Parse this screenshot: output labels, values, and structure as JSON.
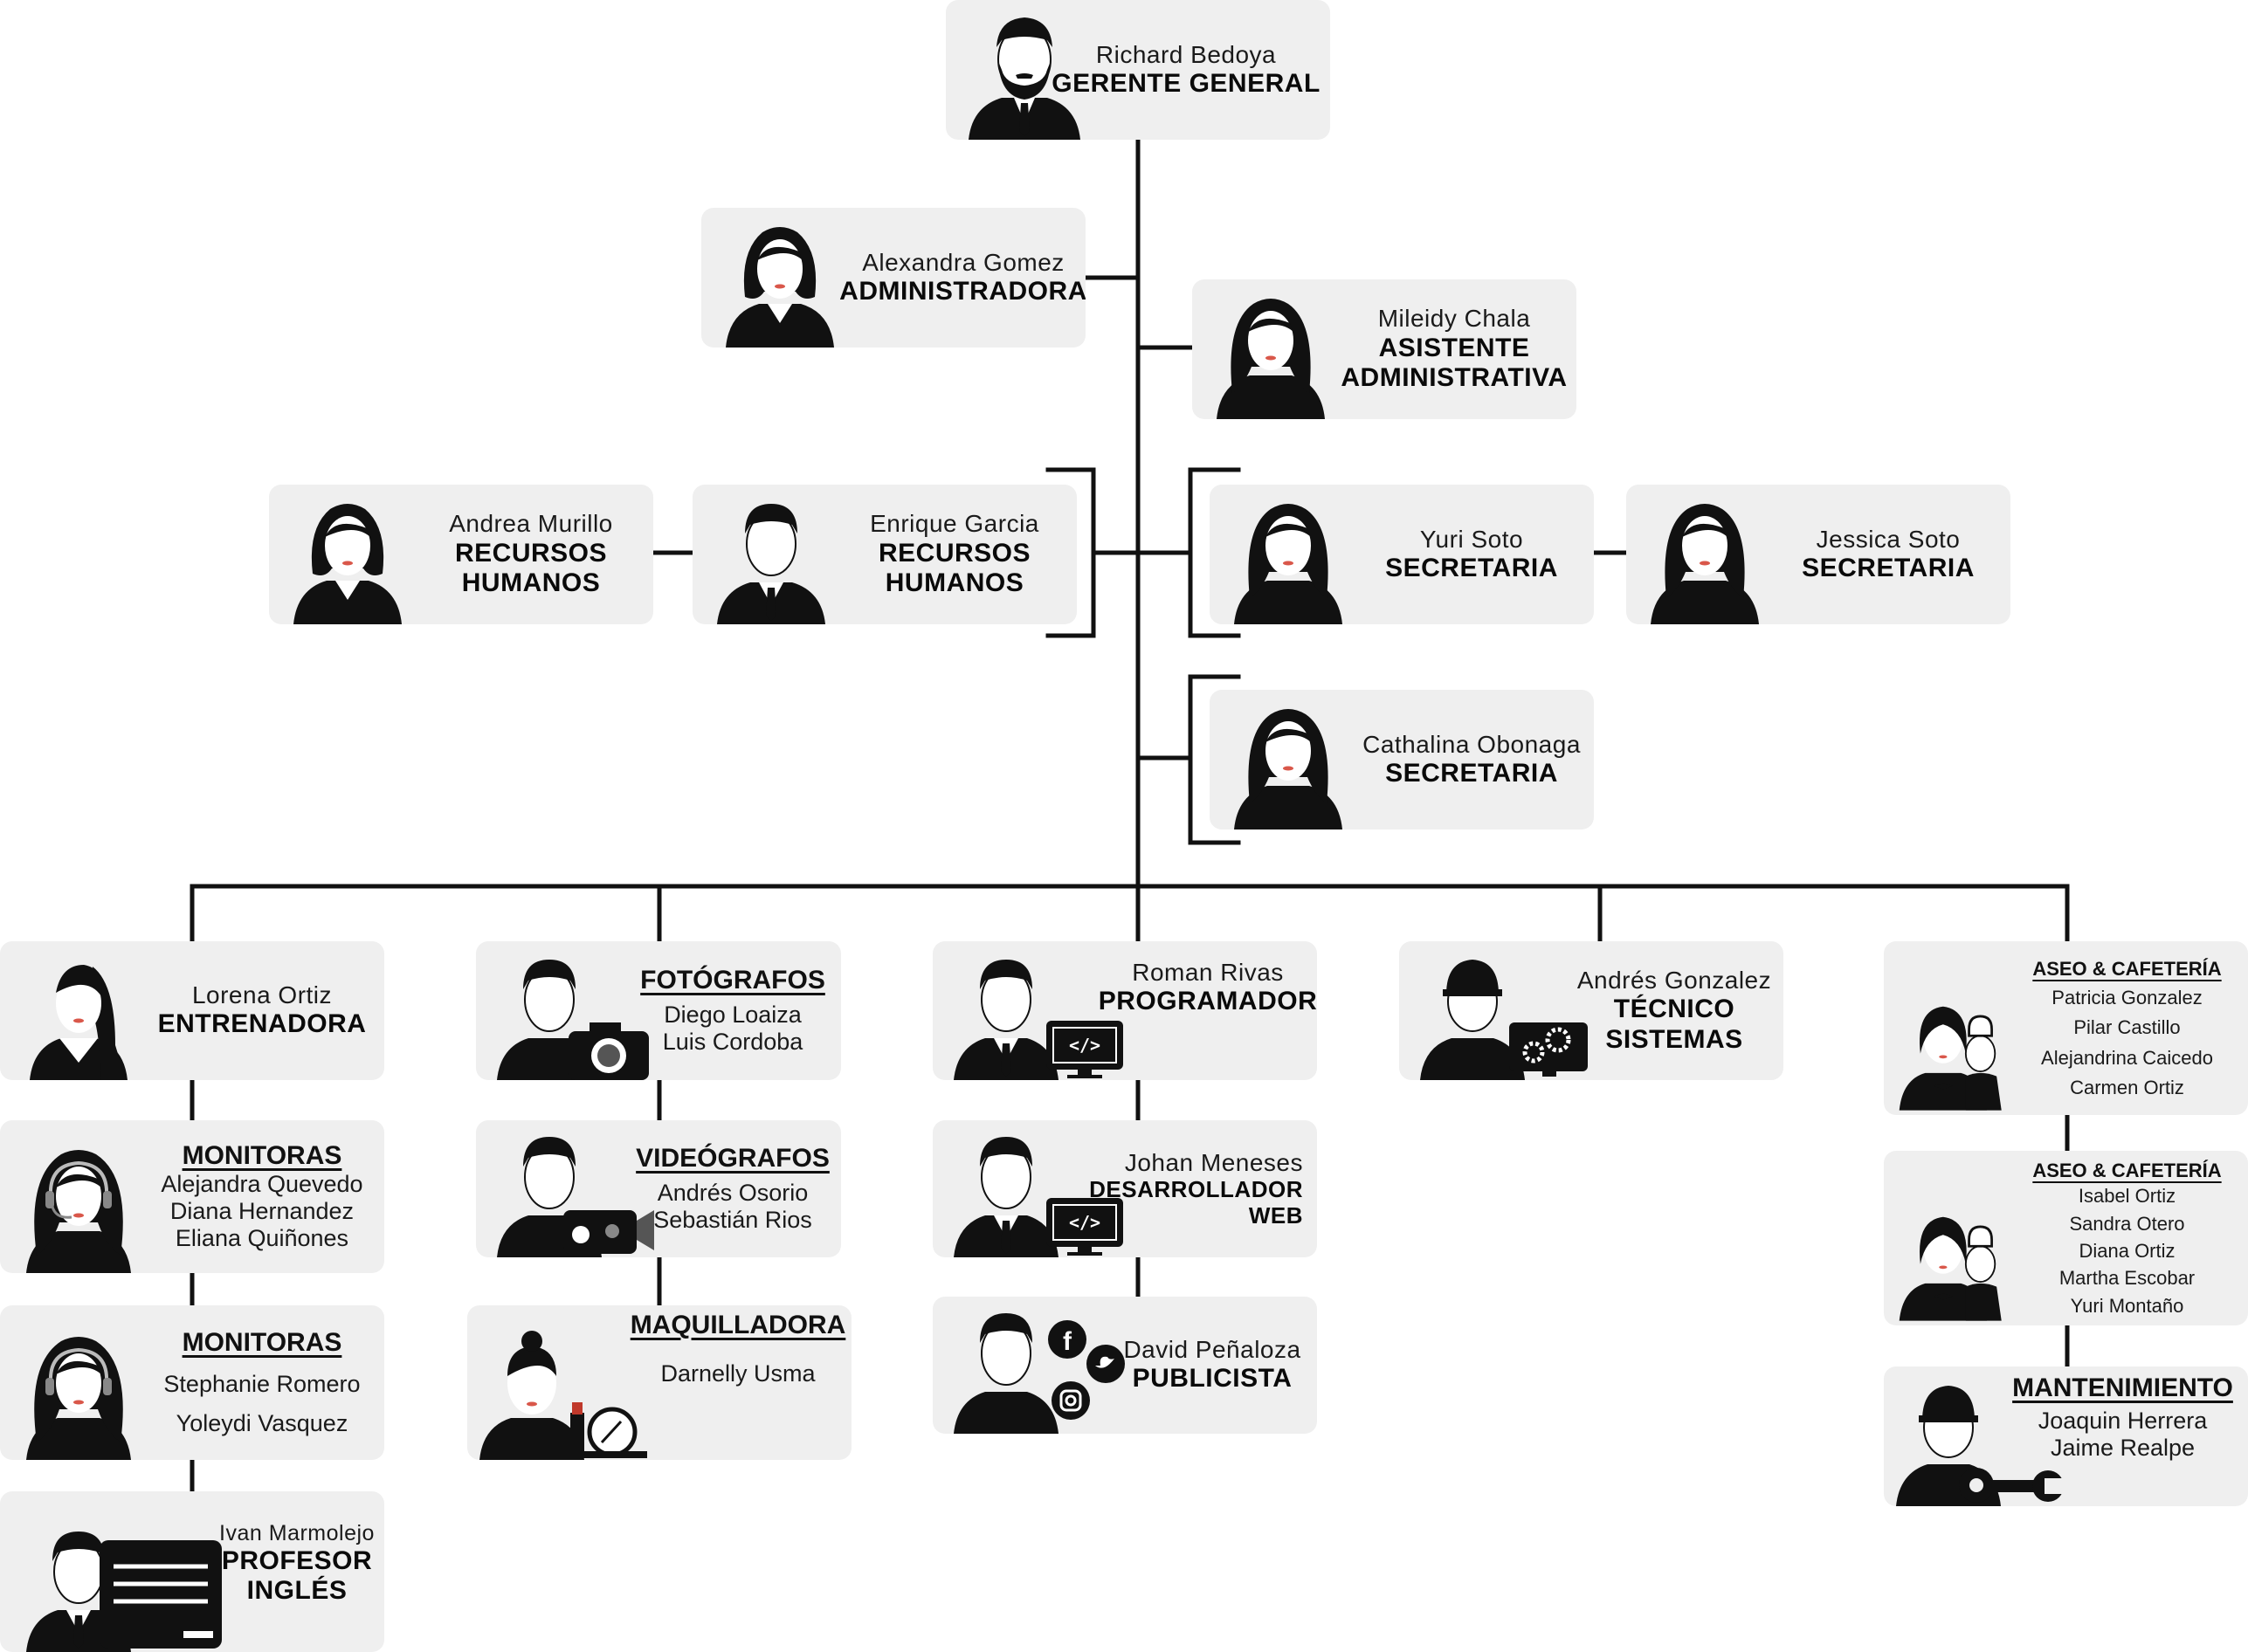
{
  "general": {
    "name": "Richard Bedoya",
    "role": "GERENTE GENERAL"
  },
  "admin": {
    "name": "Alexandra Gomez",
    "role": "ADMINISTRADORA"
  },
  "asistente": {
    "name": "Mileidy Chala",
    "role1": "ASISTENTE",
    "role2": "ADMINISTRATIVA"
  },
  "rrhh1": {
    "name": "Andrea Murillo",
    "role1": "RECURSOS",
    "role2": "HUMANOS"
  },
  "rrhh2": {
    "name": "Enrique Garcia",
    "role1": "RECURSOS",
    "role2": "HUMANOS"
  },
  "sec1": {
    "name": "Yuri Soto",
    "role": "SECRETARIA"
  },
  "sec2": {
    "name": "Jessica Soto",
    "role": "SECRETARIA"
  },
  "sec3": {
    "name": "Cathalina Obonaga",
    "role": "SECRETARIA"
  },
  "entrenadora": {
    "name": "Lorena Ortiz",
    "role": "ENTRENADORA"
  },
  "monitoras1": {
    "title": "MONITORAS",
    "members": [
      "Alejandra Quevedo",
      "Diana Hernandez",
      "Eliana Quiñones"
    ]
  },
  "monitoras2": {
    "title": "MONITORAS",
    "members": [
      "Stephanie Romero",
      "Yoleydi Vasquez"
    ]
  },
  "profesor": {
    "name": "Ivan Marmolejo",
    "role1": "PROFESOR",
    "role2": "INGLÉS"
  },
  "fotografos": {
    "title": "FOTÓGRAFOS",
    "members": [
      "Diego Loaiza",
      "Luis Cordoba"
    ]
  },
  "videografos": {
    "title": "VIDEÓGRAFOS",
    "members": [
      "Andrés Osorio",
      "Sebastián Rios"
    ]
  },
  "maquilladora": {
    "title": "MAQUILLADORA",
    "members": [
      "Darnelly Usma"
    ]
  },
  "programador": {
    "name": "Roman Rivas",
    "role": "PROGRAMADOR"
  },
  "desarrollador": {
    "name": "Johan Meneses",
    "role1": "DESARROLLADOR",
    "role2": "WEB"
  },
  "publicista": {
    "name": "David Peñaloza",
    "role": "PUBLICISTA"
  },
  "tecnico": {
    "name": "Andrés Gonzalez",
    "role1": "TÉCNICO",
    "role2": "SISTEMAS"
  },
  "aseo1": {
    "title": "ASEO & CAFETERÍA",
    "members": [
      "Patricia Gonzalez",
      "Pilar Castillo",
      "Alejandrina Caicedo",
      "Carmen Ortiz"
    ]
  },
  "aseo2": {
    "title": "ASEO & CAFETERÍA",
    "members": [
      "Isabel Ortiz",
      "Sandra Otero",
      "Diana Ortiz",
      "Martha Escobar",
      "Yuri Montaño"
    ]
  },
  "mantenimiento": {
    "title": "MANTENIMIENTO",
    "members": [
      "Joaquin Herrera",
      "Jaime Realpe"
    ]
  }
}
